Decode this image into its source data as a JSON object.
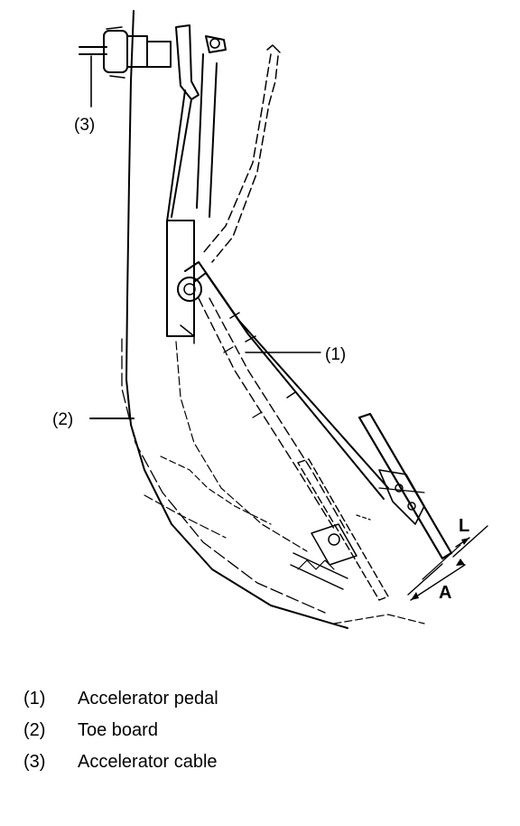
{
  "callouts": {
    "pedal": "(1)",
    "toe_board": "(2)",
    "cable": "(3)"
  },
  "dimensions": {
    "a": "A",
    "l": "L"
  },
  "legend": [
    {
      "num": "(1)",
      "text": "Accelerator pedal"
    },
    {
      "num": "(2)",
      "text": "Toe board"
    },
    {
      "num": "(3)",
      "text": "Accelerator cable"
    }
  ]
}
